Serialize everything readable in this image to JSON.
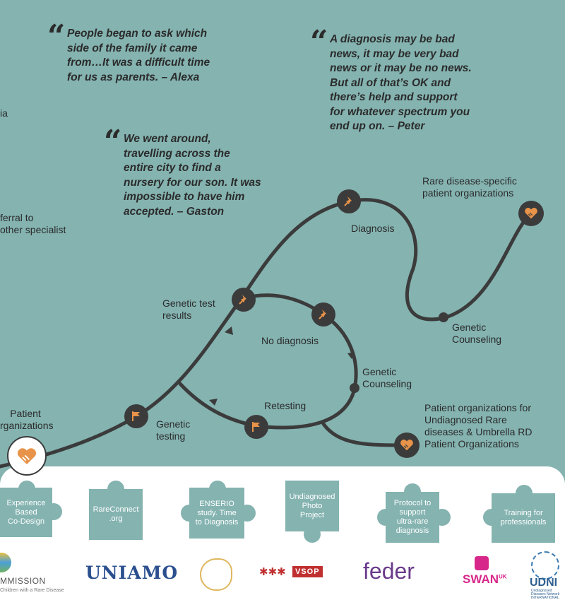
{
  "quotes": {
    "alexa": "People began to ask which\nside of the family it came\nfrom…It was a difficult time\nfor us as parents. – Alexa",
    "gaston": "We went around,\ntravelling across the\nentire city to find a\nnursery for our son. It was\nimpossible to have him\naccepted. – Gaston",
    "peter": "A diagnosis may be bad\nnews, it may be very bad\nnews or it may be no news.\nBut all of that’s OK and\nthere’s help and support\nfor whatever spectrum you\nend up on. – Peter",
    "mark": "“"
  },
  "labels": {
    "edge_ia": "ia",
    "referral": "ferral to\nother specialist",
    "patient_orgs": "Patient\nrganizations",
    "genetic_testing": "Genetic\ntesting",
    "genetic_test_results": "Genetic test\nresults",
    "no_diagnosis": "No diagnosis",
    "retesting": "Retesting",
    "diagnosis": "Diagnosis",
    "genetic_counseling_mid": "Genetic\nCounseling",
    "genetic_counseling_right": "Genetic\nCounseling",
    "rare_disease_orgs": "Rare disease-specific\npatient organizations",
    "undiagnosed_orgs": "Patient organizations for\nUndiagnosed Rare\ndiseases & Umbrella RD\nPatient Organizations"
  },
  "puzzle": [
    "Experience\nBased\nCo-Design",
    "RareConnect\n.org",
    "ENSERIO\nstudy. Time\nto Diagnosis",
    "Undiagnosed\nPhoto\nProject",
    "Protocol to\nsupport\nultra-rare\ndiagnosis",
    "Training for\nprofessionals"
  ],
  "logos": {
    "commission": "MMISSION",
    "commission_sub": "Children with a Rare Disease",
    "uniamo": "UNIAMO",
    "vsop": "VSOP",
    "feder": "feder",
    "swan": "SWAN",
    "swan_sup": "UK",
    "udni": "UDNI",
    "udni_sub": "Undiagnosed\nDiseases Network\nINTERNATIONAL"
  },
  "colors": {
    "background": "#84b3b0",
    "path": "#3b3b3b",
    "accent_orange": "#e8934a",
    "panel": "#ffffff"
  },
  "icons": [
    "pin-icon",
    "flag-icon",
    "handshake-icon",
    "quote-icon"
  ]
}
